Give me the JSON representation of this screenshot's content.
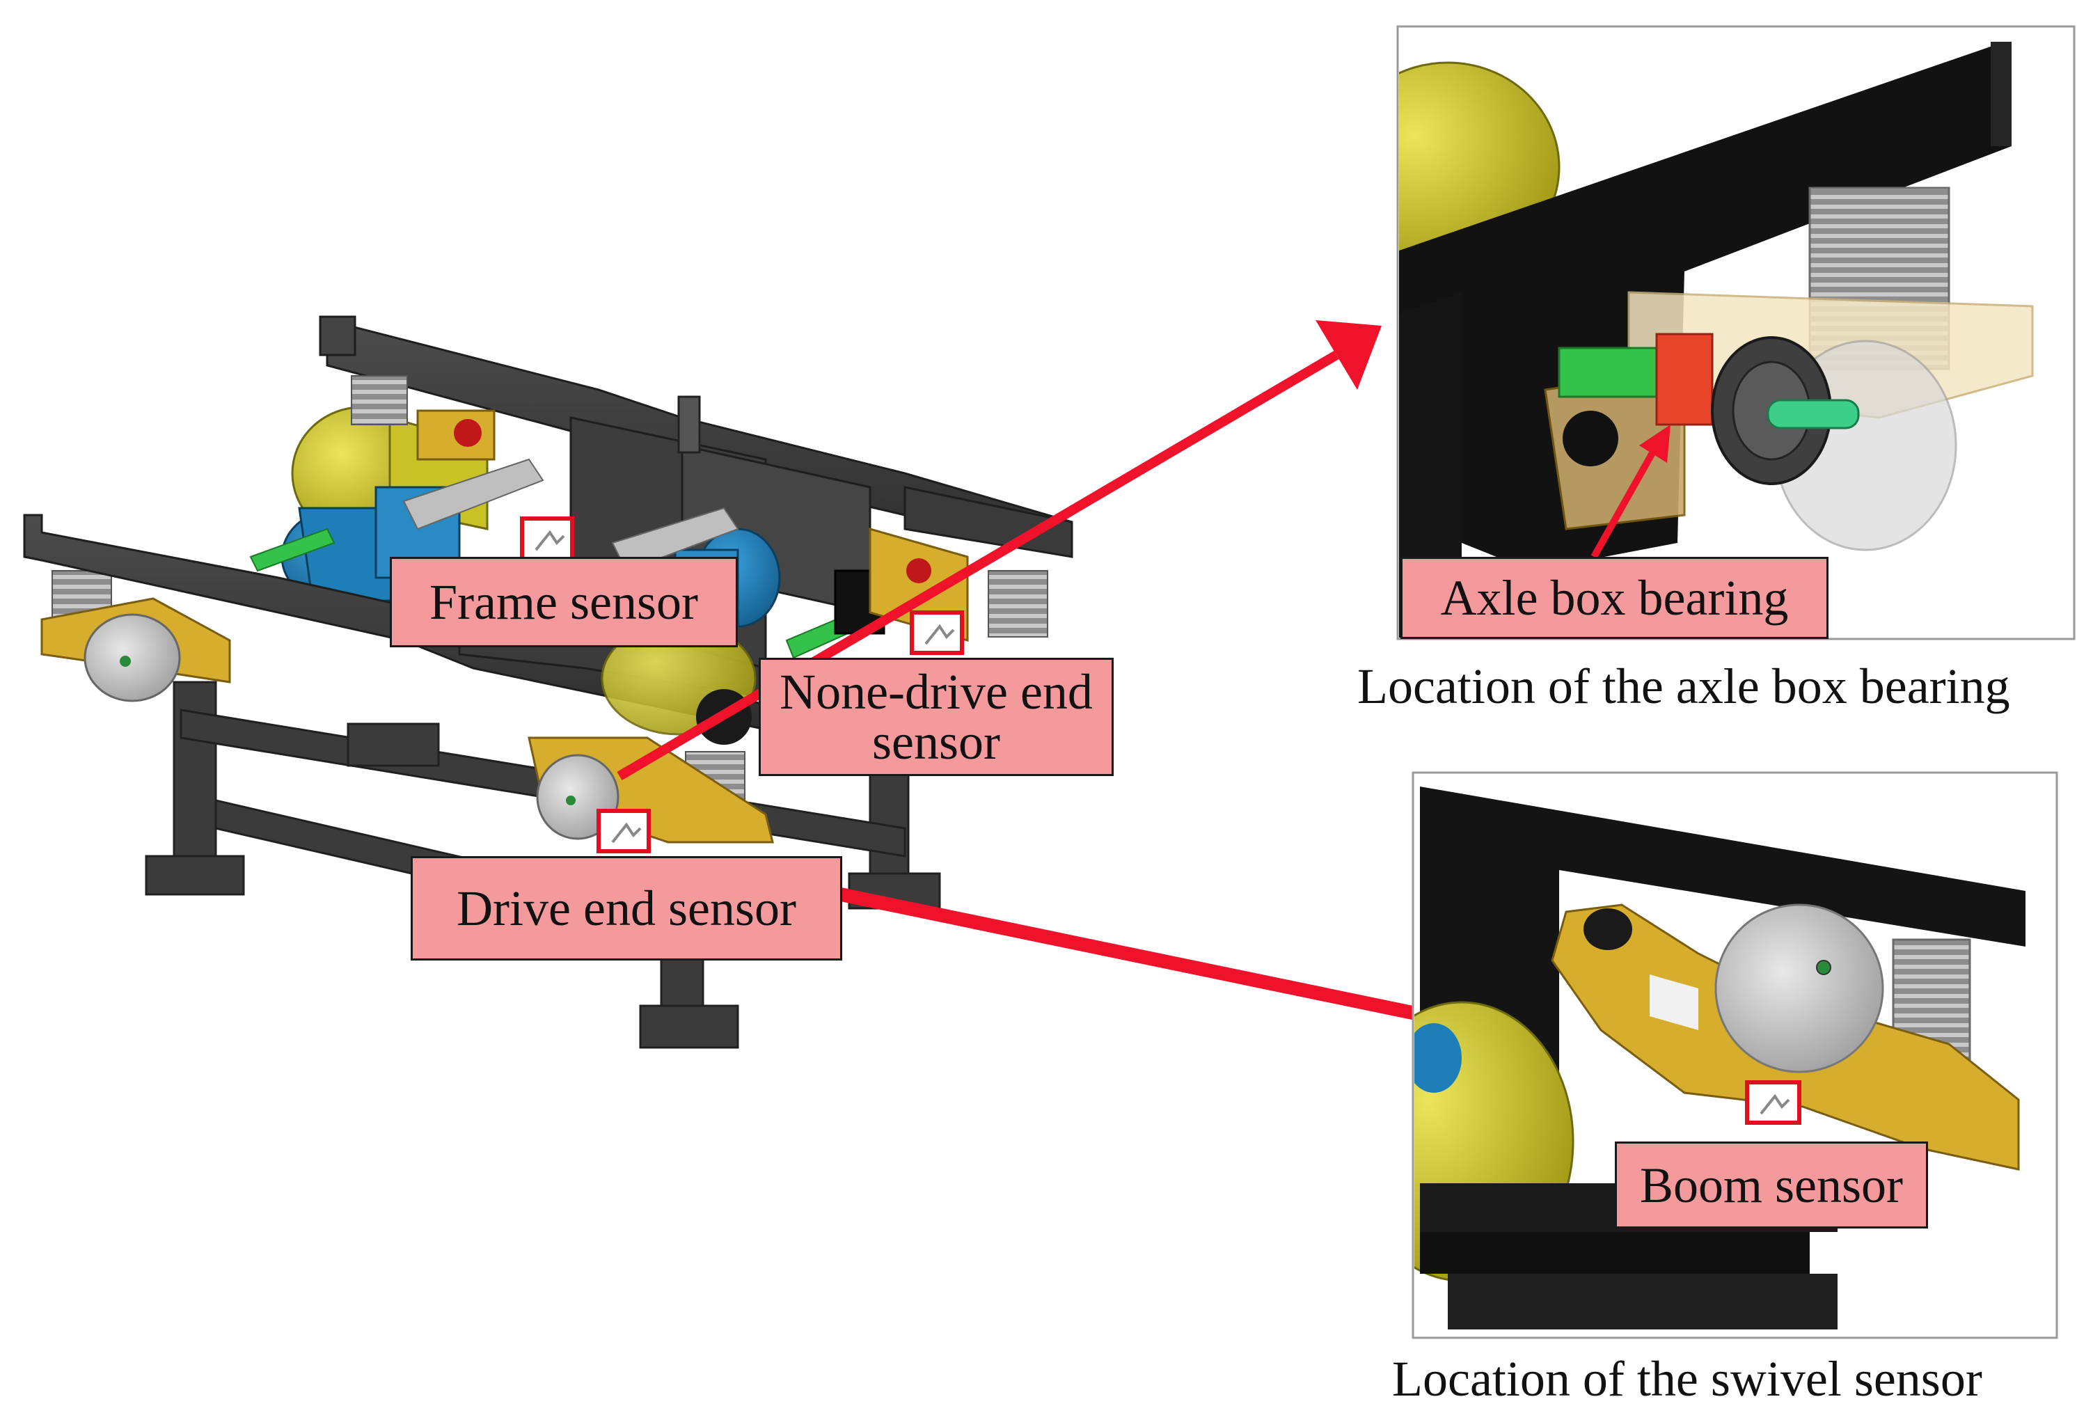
{
  "callouts": {
    "frame_sensor": "Frame sensor",
    "non_drive_line1": "None-drive end",
    "non_drive_line2": "sensor",
    "drive_end_sensor": "Drive end sensor",
    "axle_box_bearing": "Axle box bearing",
    "boom_sensor": "Boom sensor"
  },
  "captions": {
    "axle_box_location": "Location of the axle box bearing",
    "swivel_location": "Location of the swivel sensor"
  },
  "colors": {
    "callout_fill": "#f59a9c",
    "arrow_red": "#f0112a",
    "frame_dark": "#3a3a3a",
    "motor_blue": "#1e7fb8",
    "gear_yellow": "#c9c227",
    "bracket_gold": "#d6ad2c",
    "shaft_green": "#35c24a",
    "bearing_orange": "#e8442a"
  }
}
